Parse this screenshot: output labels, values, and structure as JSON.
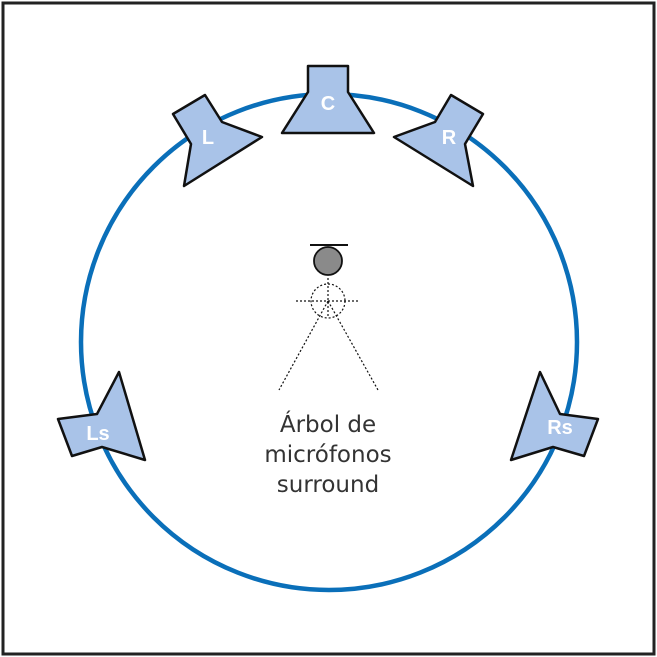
{
  "diagram": {
    "caption_lines": [
      "Árbol de",
      "micrófonos",
      "surround"
    ],
    "speakers": [
      {
        "id": "center",
        "label": "C"
      },
      {
        "id": "left",
        "label": "L"
      },
      {
        "id": "right",
        "label": "R"
      },
      {
        "id": "left-surround",
        "label": "Ls"
      },
      {
        "id": "right-surround",
        "label": "Rs"
      }
    ],
    "colors": {
      "circle": "#0a6fb9",
      "speaker_fill": "#a9c3e8",
      "speaker_stroke": "#111111",
      "border": "#222222",
      "mic_fill": "#8a8a8a",
      "caption": "#333333"
    }
  }
}
